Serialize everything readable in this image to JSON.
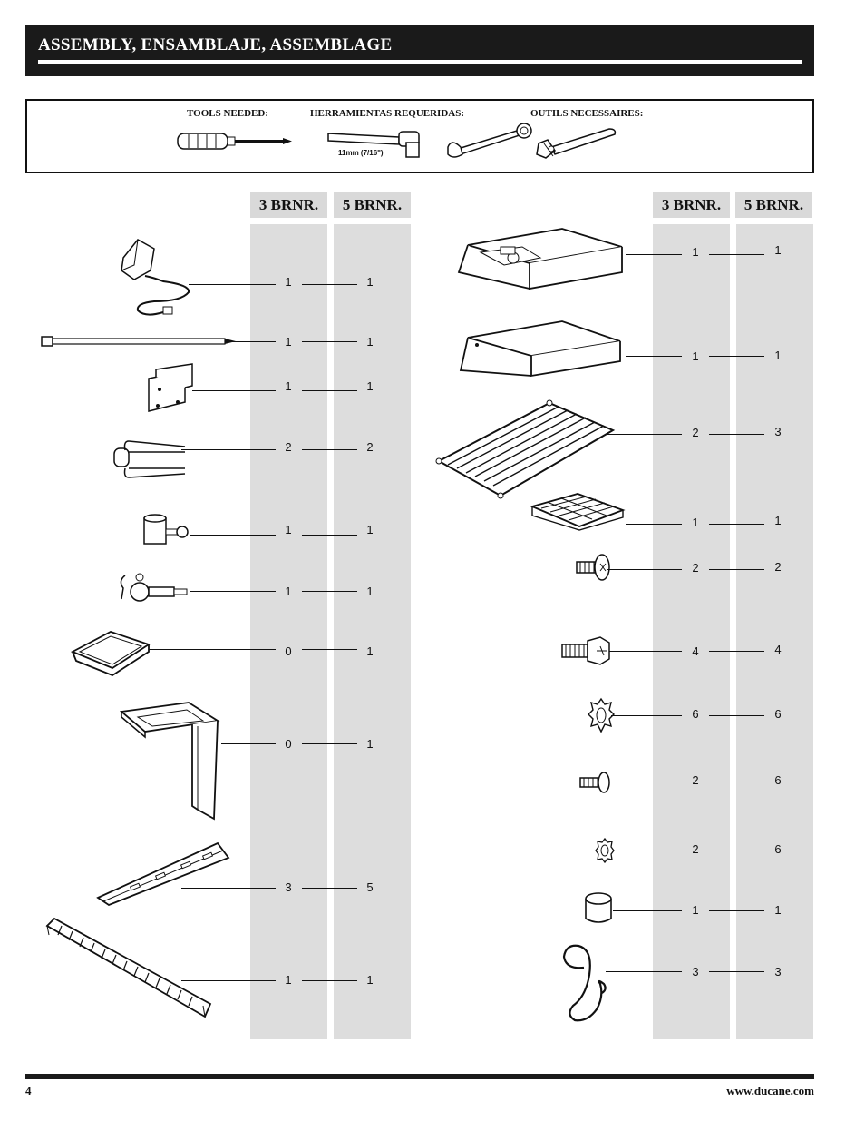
{
  "header": {
    "title": "ASSEMBLY, ENSAMBLAJE, ASSEMBLAGE"
  },
  "tools": {
    "labels": [
      "TOOLS NEEDED:",
      "HERRAMIENTAS REQUERIDAS:",
      "OUTILS NECESSAIRES:"
    ],
    "wrench_size": "11mm (7/16\")",
    "icons": [
      "screwdriver-icon",
      "socket-wrench-icon",
      "open-end-wrench-icon",
      "adjustable-wrench-icon"
    ]
  },
  "columns": {
    "three": "3 BRNR.",
    "five": "5 BRNR."
  },
  "left_parts": [
    {
      "icon": "rotisserie-motor-icon",
      "three": "1",
      "five": "1"
    },
    {
      "icon": "rotisserie-spit-rod-icon",
      "three": "1",
      "five": "1"
    },
    {
      "icon": "motor-bracket-icon",
      "three": "1",
      "five": "1"
    },
    {
      "icon": "spit-forks-icon",
      "three": "2",
      "five": "2"
    },
    {
      "icon": "counterbalance-icon",
      "three": "1",
      "five": "1"
    },
    {
      "icon": "spit-handle-collar-icon",
      "three": "1",
      "five": "1"
    },
    {
      "icon": "drip-tray-icon",
      "three": "0",
      "five": "1"
    },
    {
      "icon": "tray-holder-bracket-icon",
      "three": "0",
      "five": "1"
    },
    {
      "icon": "flavor-bar-icon",
      "three": "3",
      "five": "5"
    },
    {
      "icon": "heat-shield-icon",
      "three": "1",
      "five": "1"
    }
  ],
  "right_parts": [
    {
      "icon": "rear-burner-housing-icon",
      "three": "1",
      "five": "1"
    },
    {
      "icon": "burner-box-icon",
      "three": "1",
      "five": "1"
    },
    {
      "icon": "cooking-grate-icon",
      "three": "2",
      "five": "3"
    },
    {
      "icon": "warming-rack-icon",
      "three": "1",
      "five": "1"
    },
    {
      "icon": "phillips-screw-icon",
      "three": "2",
      "five": "2"
    },
    {
      "icon": "hex-bolt-icon",
      "three": "4",
      "five": "4"
    },
    {
      "icon": "star-washer-icon",
      "three": "6",
      "five": "6"
    },
    {
      "icon": "small-screw-icon",
      "three": "2",
      "five": "6"
    },
    {
      "icon": "lock-washer-icon",
      "three": "2",
      "five": "6"
    },
    {
      "icon": "rubber-foot-cap-icon",
      "three": "1",
      "five": "1"
    },
    {
      "icon": "s-hook-icon",
      "three": "3",
      "five": "3"
    }
  ],
  "footer": {
    "page_number": "4",
    "website": "www.ducane.com"
  }
}
